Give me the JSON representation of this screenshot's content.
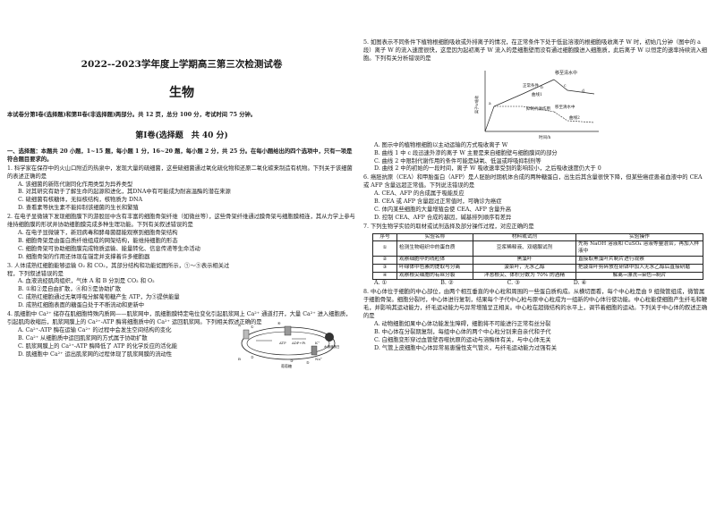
{
  "header": {
    "title": "2022--2023学年度上学期高三第三次检测试卷",
    "subject": "生物",
    "intro": "本试卷分第Ⅰ卷(选择题)和第Ⅱ卷(非选择题)两部分。共 12 页，总分 100 分，考试时间 75 分钟。"
  },
  "section1": {
    "title": "第Ⅰ卷(选择题　共 40 分)",
    "instruction": "一、选择题：本题共 20 小题，1~15 题，每小题 1 分，16~20 题，每小题 2 分，共 25 分。在每小题给出的四个选项中，只有一项是符合题目要求的。"
  },
  "questions_left": [
    {
      "lines": [
        "1. 科学家在保存中的火山口附近的热泉中，发现大量的硫细菌，这些硫细菌通过氧化硫化物和还原二氧化碳来制造有机物。下列关于该细菌的表述正确的是"
      ],
      "options": [
        "A. 该细菌的新陈代谢同化作用类型为异养类型",
        "B. 对其研究有助于了解生命的起源和进化，其DNA中有可能成为耐高温酶的潜在来源",
        "C. 硫细菌有核糖体，无拟核结构，核物质为 DNA",
        "D. 查看素等抗生素不能抑制该细菌的生长和繁殖"
      ]
    },
    {
      "lines": [
        "2. 在电子显微镜下发现细胞膜下的游股层中含有丰富的细胞骨架纤维（如微丝等），这些骨架纤维通过膜骨架与细胞膜相连，其从力学上参与维持细胞膜的形状并协助细胞膜完成多种生理功能。下列有关叙述错误的是"
      ],
      "options": [
        "A. 在电子显微镜下，新冠病毒和酵母菌都能观察到细胞骨架结构",
        "B. 细胞骨架是由蛋白质纤维组成的网架结构，能维持细胞的形态",
        "C. 细胞骨架可协助细胞膜完成物质运输、能量转化、信息传递等生命活动",
        "D. 细胞骨架的作用还体现在锚定并支撑着许多细胞器"
      ]
    },
    {
      "lines": [
        "3. 人体成熟红细胞能够运输 O₂ 和 CO₂，其部分结构和功能如图所示，①～⑤表示相关过程，下列叙述错误的是"
      ],
      "options": [
        "A. 血液流经肌肉组织，气体 A 和 B 分别是 CO₂ 和 O₂",
        "B. ①和②是自由扩散，④和⑤是协助扩散",
        "C. 成熟红细胞通过无氧呼吸分解葡萄糖产生 ATP，为③提供能量",
        "D. 成熟红细胞表面的糖蛋白处于不断流动和更新中"
      ]
    },
    {
      "lines": [
        "4. 肌细胞中 Ca²⁺ 储存在肌细胞特殊内质网——肌浆网中，肌细胞膜特定电位变化引起肌浆网上 Ca²⁺ 通道打开，大量 Ca²⁺ 进入细胞质，引起肌肉收缩后，肌浆网膜上的 Ca²⁺-ATP 酶将细胞质中的 Ca²⁺ 运回肌浆网。下列相关叙述正确的是"
      ],
      "options": [
        "A. Ca²⁺-ATP 酶在运输 Ca²⁺ 的过程中会发生空间结构的变化",
        "B. Ca²⁺ 从细胞质中运回肌浆网的方式属于协助扩散",
        "C. 肌浆网膜上的 Ca²⁺-ATP 酶降低了 ATP 的化学反应的活化能",
        "D. 肌细胞中 Ca²⁺ 运出肌浆网的过程体现了肌浆网膜的流动性"
      ]
    }
  ],
  "figure1": {
    "labels": [
      "葡萄糖",
      "A",
      "B",
      "①",
      "②",
      "③",
      "④",
      "⑤",
      "ATP",
      "ADP+Pi",
      "K⁺",
      "Na⁺",
      "水通道蛋白"
    ]
  },
  "questions_right": [
    {
      "lines": [
        "5. 如图表示不同条件下植物根细胞吸收或外排离子的情况，在正常条件下处于低盐溶液的根细胞吸收离子 W 时，初始几分钟（图中的 a 段）离子 W 的流入速度很快，这是因为起初离子 W 流入的是细胞壁而没有通过细胞膜进入细胞质，此后离子 W 以恒定的速率持续流入细胞。下列有关分析错误的是"
      ],
      "options": [
        "A. 图示中的植物根细胞以主动运输的方式吸收离子 W",
        "B. 曲线 1 中 c 段迅速外渗的离子 W 主要是来自细胞壁与细胞膜间的部分",
        "C. 曲线 2 中限制代谢作用的条件可能是缺氧、低温或呼吸抑制剂等",
        "D. 曲线 2 中的初始的一段时间，离子 W 吸收速率受到的影响较小，之后吸收速度仍大于 0"
      ]
    },
    {
      "lines": [
        "6. 癌胚抗原（CEA）和甲胎蛋白（AFP）是人胚胎时期机体合成的两种糖蛋白，出生后其含量很快下降，但某些癌症患者血液中的 CEA 或 AFP 含量远超正常值。下列说法错误的是"
      ],
      "options": [
        "A. CEA、AFP 的合成属于吸能反应",
        "B. CEA 或 AFP 含量超过正常值时，可确诊为癌症",
        "C. 体内某些细胞的大量增殖会使 CEA、AFP 含量升高",
        "D. 控制 CEA、AFP 合成的基因，碱基排列顺序有差异"
      ]
    },
    {
      "lines": [
        "7. 下列生物学实验的取材或试剂选择及部分操作过程，对应正确的是"
      ],
      "options": []
    }
  ],
  "figure2": {
    "labels": [
      "移至清水中",
      "正常条件",
      "曲线1",
      "a",
      "b",
      "c",
      "d",
      "抑制代谢作用",
      "移至清水中",
      "曲线2",
      "离子W吸收",
      "时间/h"
    ]
  },
  "table7": {
    "headers": [
      "序号",
      "实验名称",
      "材料或试剂",
      "实验操作"
    ],
    "rows": [
      [
        "①",
        "检测生物组织中的蛋白质",
        "豆浆稀释液、双缩脲试剂",
        "先将 NaOH 溶液和 CuSO₄ 溶液等量混合，再加入样液中"
      ],
      [
        "②",
        "观察细胞中的线粒体",
        "黑藻叶",
        "直接取黑藻叶片制片进行观察"
      ],
      [
        "③",
        "叶绿体中色素的提取与分离",
        "菠菜叶，无水乙醇",
        "把菠菜叶剪碎放在研钵中加入无水乙醇后直接研磨"
      ],
      [
        "④",
        "观察根尖细胞的有丝分裂",
        "洋葱根尖、体积分数为 70% 的酒精",
        "解离→漂洗→染色→制片"
      ]
    ],
    "answers": [
      "A. ①",
      "B. ②",
      "C. ③",
      "D. ④"
    ]
  },
  "question8": {
    "lines": [
      "8. 中心体位于细胞的中心部位，由两个相互垂直的中心粒和周围的一些蛋白质构成。从横切面看，每个中心粒是由 9 组微管组成，微管属于细胞骨架。细胞分裂时，中心体进行复制，结果每个子代中心粒与原中心粒成为一组新的中心体行使功能。中心粒能使细胞产生纤毛和鞭毛，并影响其运动能力，纤毛运动能力与异常增殖呈正相关。中心粒在超微结构的水平上，调节着细胞的运动。下列关于中心体的叙述正确的是"
    ],
    "options": [
      "A. 动物细胞如果中心体功能发生障碍，细胞将不可能进行正常有丝分裂",
      "B. 中心体在分裂期复制，每组中心体的两个中心粒分别来自亲代和子代",
      "C. 白细胞变形穿过血管壁吞噬抗原的运动与溶酶体有关，与中心体无关",
      "D. 气管上皮细胞中心体异常易患慢性支气管炎，与纤毛运动能力过强有关"
    ]
  }
}
